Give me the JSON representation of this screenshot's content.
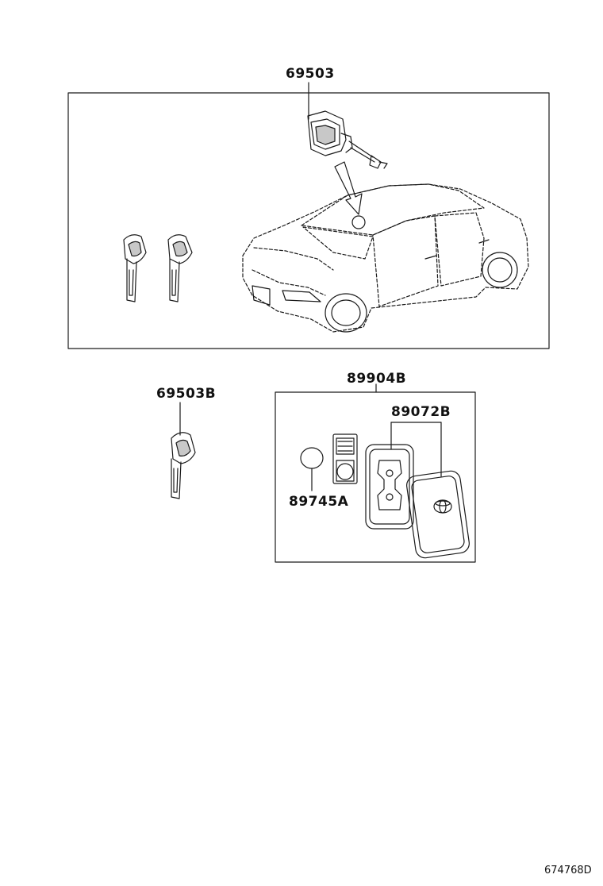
{
  "parts": {
    "kit": {
      "number": "69503"
    },
    "key_blank": {
      "number": "69503B"
    },
    "transmitter_assy": {
      "number": "89904B"
    },
    "transmitter_case": {
      "number": "89072B"
    },
    "battery": {
      "number": "89745A"
    }
  },
  "icons": [
    "ignition-lock-cylinder-icon",
    "key-icon",
    "sedan-car-icon",
    "battery-icon",
    "key-fob-icon",
    "toyota-emblem-icon"
  ],
  "drawing_code": "674768D",
  "colors": {
    "line": "#1a1a1a",
    "fill_gray": "#c8c8c8",
    "background": "#ffffff"
  }
}
